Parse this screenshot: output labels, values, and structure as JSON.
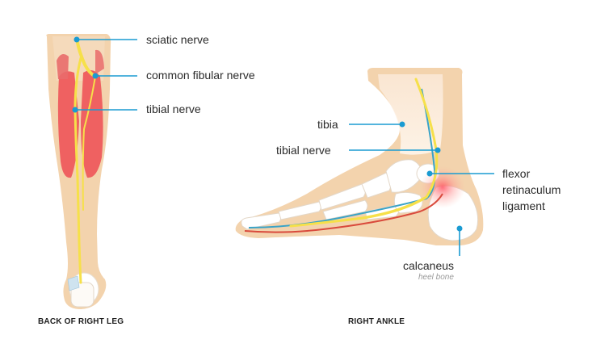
{
  "labels": {
    "sciatic_nerve": "sciatic nerve",
    "common_fibular_nerve": "common fibular nerve",
    "tibial_nerve_leg": "tibial nerve",
    "tibia": "tibia",
    "tibial_nerve_ankle": "tibial nerve",
    "flexor_line1": "flexor",
    "flexor_line2": "retinaculum",
    "flexor_line3": "ligament",
    "calcaneus": "calcaneus",
    "calcaneus_sub": "heel bone"
  },
  "captions": {
    "left": "BACK OF RIGHT LEG",
    "right": "RIGHT ANKLE"
  },
  "colors": {
    "skin": "#f3d3ad",
    "muscle": "#ef6161",
    "nerve": "#f6e04a",
    "leader": "#1a9bd2",
    "vein": "#3aa3c7",
    "artery": "#d94a3c",
    "bone": "#ffffff"
  }
}
